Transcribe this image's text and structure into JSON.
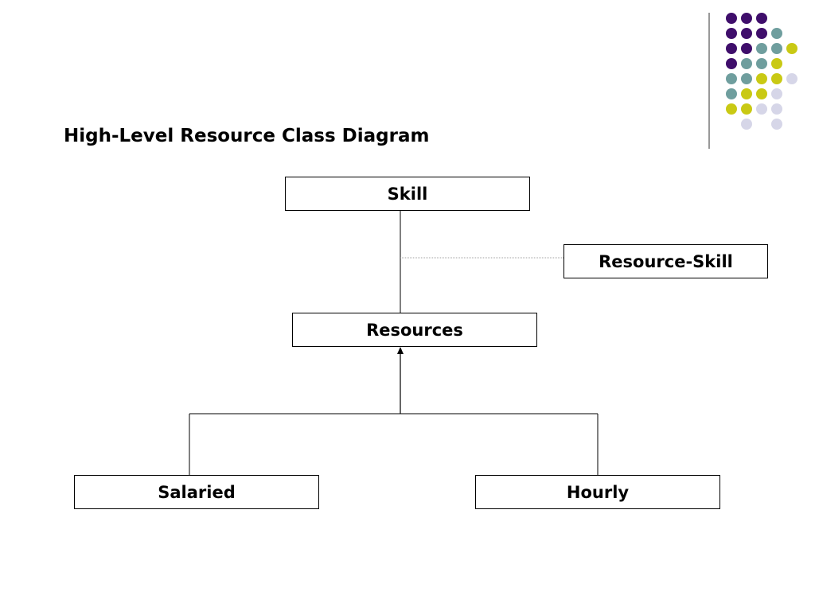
{
  "slide": {
    "title": "High-Level Resource Class Diagram"
  },
  "diagram": {
    "boxes": {
      "skill": "Skill",
      "resource_skill": "Resource-Skill",
      "resources": "Resources",
      "salaried": "Salaried",
      "hourly": "Hourly"
    }
  },
  "colors": {
    "purple": "#3f0e6b",
    "teal": "#6f9e9e",
    "yellow": "#c9c914",
    "lavender": "#d6d6e8",
    "line": "#000000",
    "dotted_line": "#a0a0a0"
  }
}
